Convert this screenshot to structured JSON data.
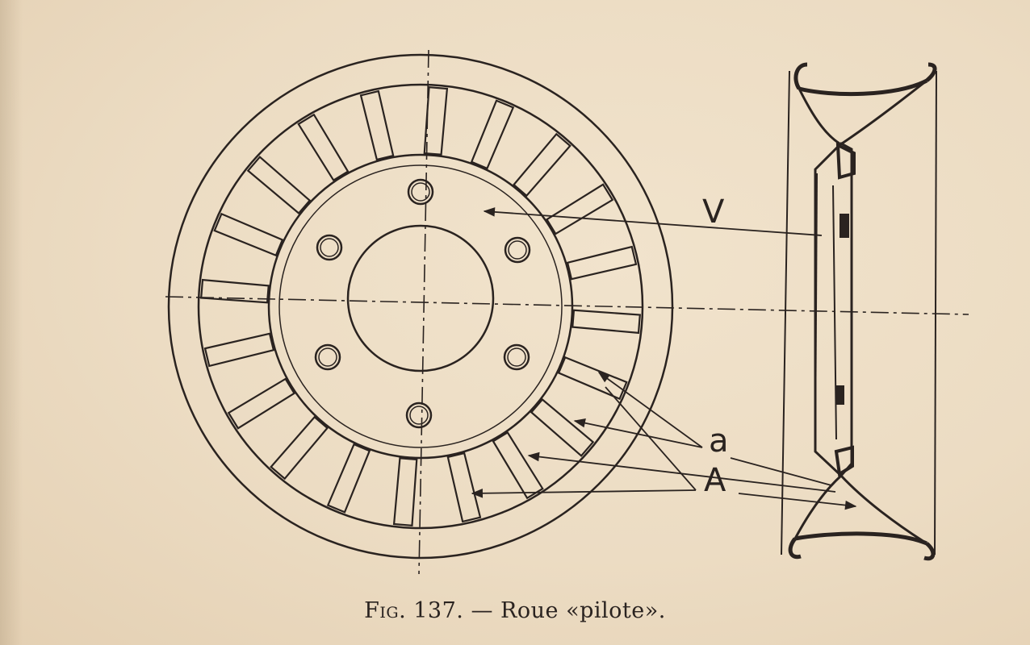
{
  "labels": {
    "v": "V",
    "a_small": "a",
    "a_capital": "A"
  },
  "caption": {
    "fig": "Fig. 137.",
    "dash": " — ",
    "title": "Roue «pilote»."
  },
  "colors": {
    "ink": "#2a2320",
    "paper": "#ecdcc4"
  }
}
